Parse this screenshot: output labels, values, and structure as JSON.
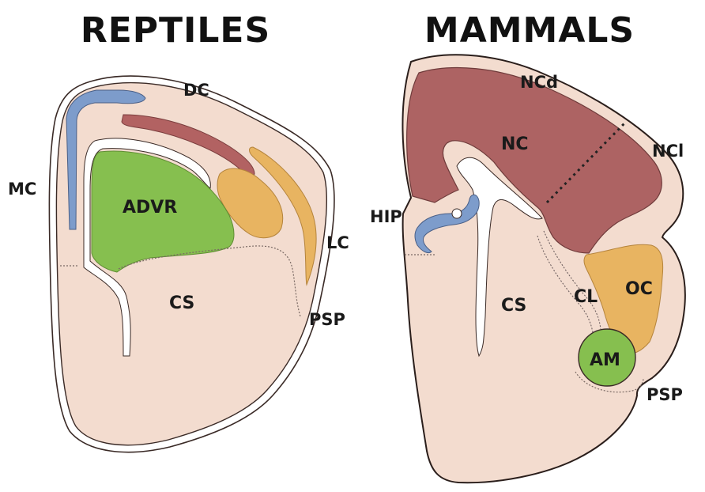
{
  "titles": {
    "left": "REPTILES",
    "right": "MAMMALS"
  },
  "reptile_labels": {
    "dc": "DC",
    "mc": "MC",
    "advr": "ADVR",
    "lc": "LC",
    "cs": "CS",
    "psp": "PSP"
  },
  "mammal_labels": {
    "ncd": "NCd",
    "nc": "NC",
    "ncl": "NCl",
    "hip": "HIP",
    "cs": "CS",
    "cl": "CL",
    "oc": "OC",
    "am": "AM",
    "psp": "PSP"
  },
  "colors": {
    "tissue": "#f3dccf",
    "outline": "#3a2a26",
    "blue": "#7d9ccb",
    "red": "#b26262",
    "dark_red": "#ad6363",
    "orange": "#e8b461",
    "green": "#86bf4f",
    "ventricle": "#ffffff"
  }
}
